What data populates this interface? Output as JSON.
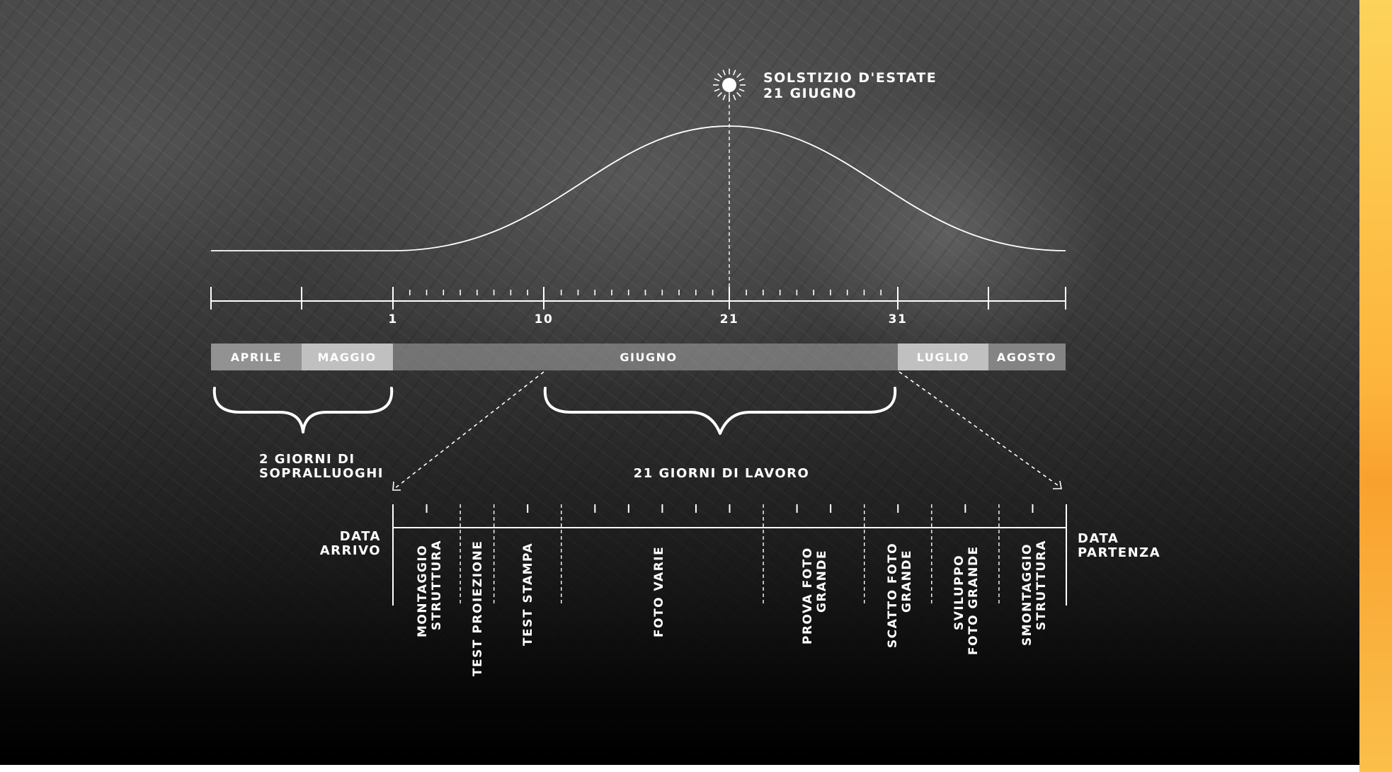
{
  "solstice": {
    "line1": "SOLSTIZIO D'ESTATE",
    "line2": "21 GIUGNO"
  },
  "axis": {
    "day_labels": [
      "1",
      "10",
      "21",
      "31"
    ]
  },
  "months": [
    "APRILE",
    "MAGGIO",
    "GIUGNO",
    "LUGLIO",
    "AGOSTO"
  ],
  "braces": {
    "surveys": {
      "line1": "2 GIORNI DI",
      "line2": "SOPRALLUOGHI"
    },
    "work": "21 GIORNI DI LAVORO"
  },
  "schedule": {
    "arrival": {
      "line1": "DATA",
      "line2": "ARRIVO"
    },
    "departure": {
      "line1": "DATA",
      "line2": "PARTENZA"
    },
    "phases": [
      {
        "line1": "MONTAGGIO",
        "line2": "STRUTTURA"
      },
      {
        "line1": "TEST PROIEZIONE",
        "line2": ""
      },
      {
        "line1": "TEST STAMPA",
        "line2": ""
      },
      {
        "line1": "FOTO VARIE",
        "line2": ""
      },
      {
        "line1": "PROVA FOTO",
        "line2": "GRANDE"
      },
      {
        "line1": "SCATTO FOTO",
        "line2": "GRANDE"
      },
      {
        "line1": "SVILUPPO",
        "line2": "FOTO GRANDE"
      },
      {
        "line1": "SMONTAGGIO",
        "line2": "STRUTTURA"
      }
    ]
  },
  "colors": {
    "accent": "#fdb43c",
    "text": "#ffffff",
    "bar_light": "#a8a8a8",
    "bar_mid": "#cfcfcf",
    "bar_dark": "#8d8d8d"
  }
}
